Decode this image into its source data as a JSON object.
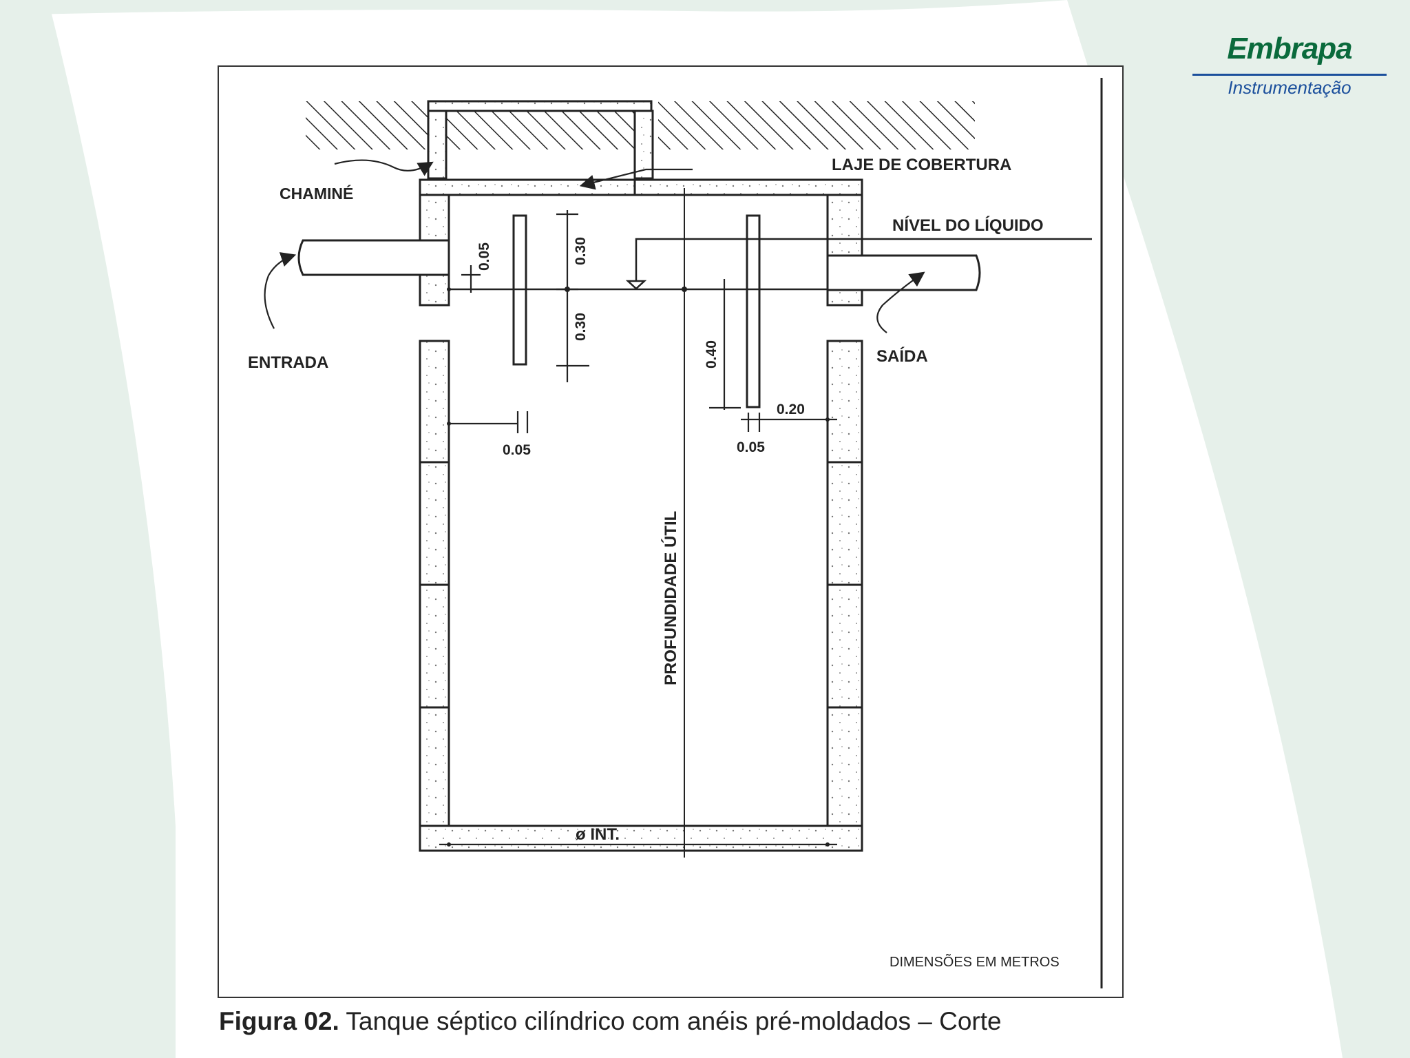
{
  "logo": {
    "title": "Embrapa",
    "subtitle": "Instrumentação",
    "brand_color": "#0a6a3c",
    "accent_color": "#1b4f9c"
  },
  "background": {
    "wave_color": "#e6f0ea"
  },
  "diagram": {
    "labels": {
      "chimney": "CHAMINÉ",
      "cover_slab": "LAJE DE COBERTURA",
      "liquid_level": "NÍVEL DO LÍQUIDO",
      "inlet": "ENTRADA",
      "outlet": "SAÍDA",
      "useful_depth": "PROFUNDIDADE ÚTIL",
      "internal_diameter": "ø INT.",
      "units_note": "DIMENSÕES EM METROS"
    },
    "dimensions": {
      "inlet_gap_top": "0.05",
      "baffle_above_level": "0.30",
      "baffle_below_level": "0.30",
      "outlet_baffle_depth": "0.40",
      "outlet_offset": "0.20",
      "inlet_baffle_gap": "0.05",
      "outlet_baffle_gap": "0.05"
    }
  },
  "caption": {
    "prefix": "Figura 02.",
    "text": " Tanque séptico cilíndrico com anéis pré-moldados – Corte"
  }
}
